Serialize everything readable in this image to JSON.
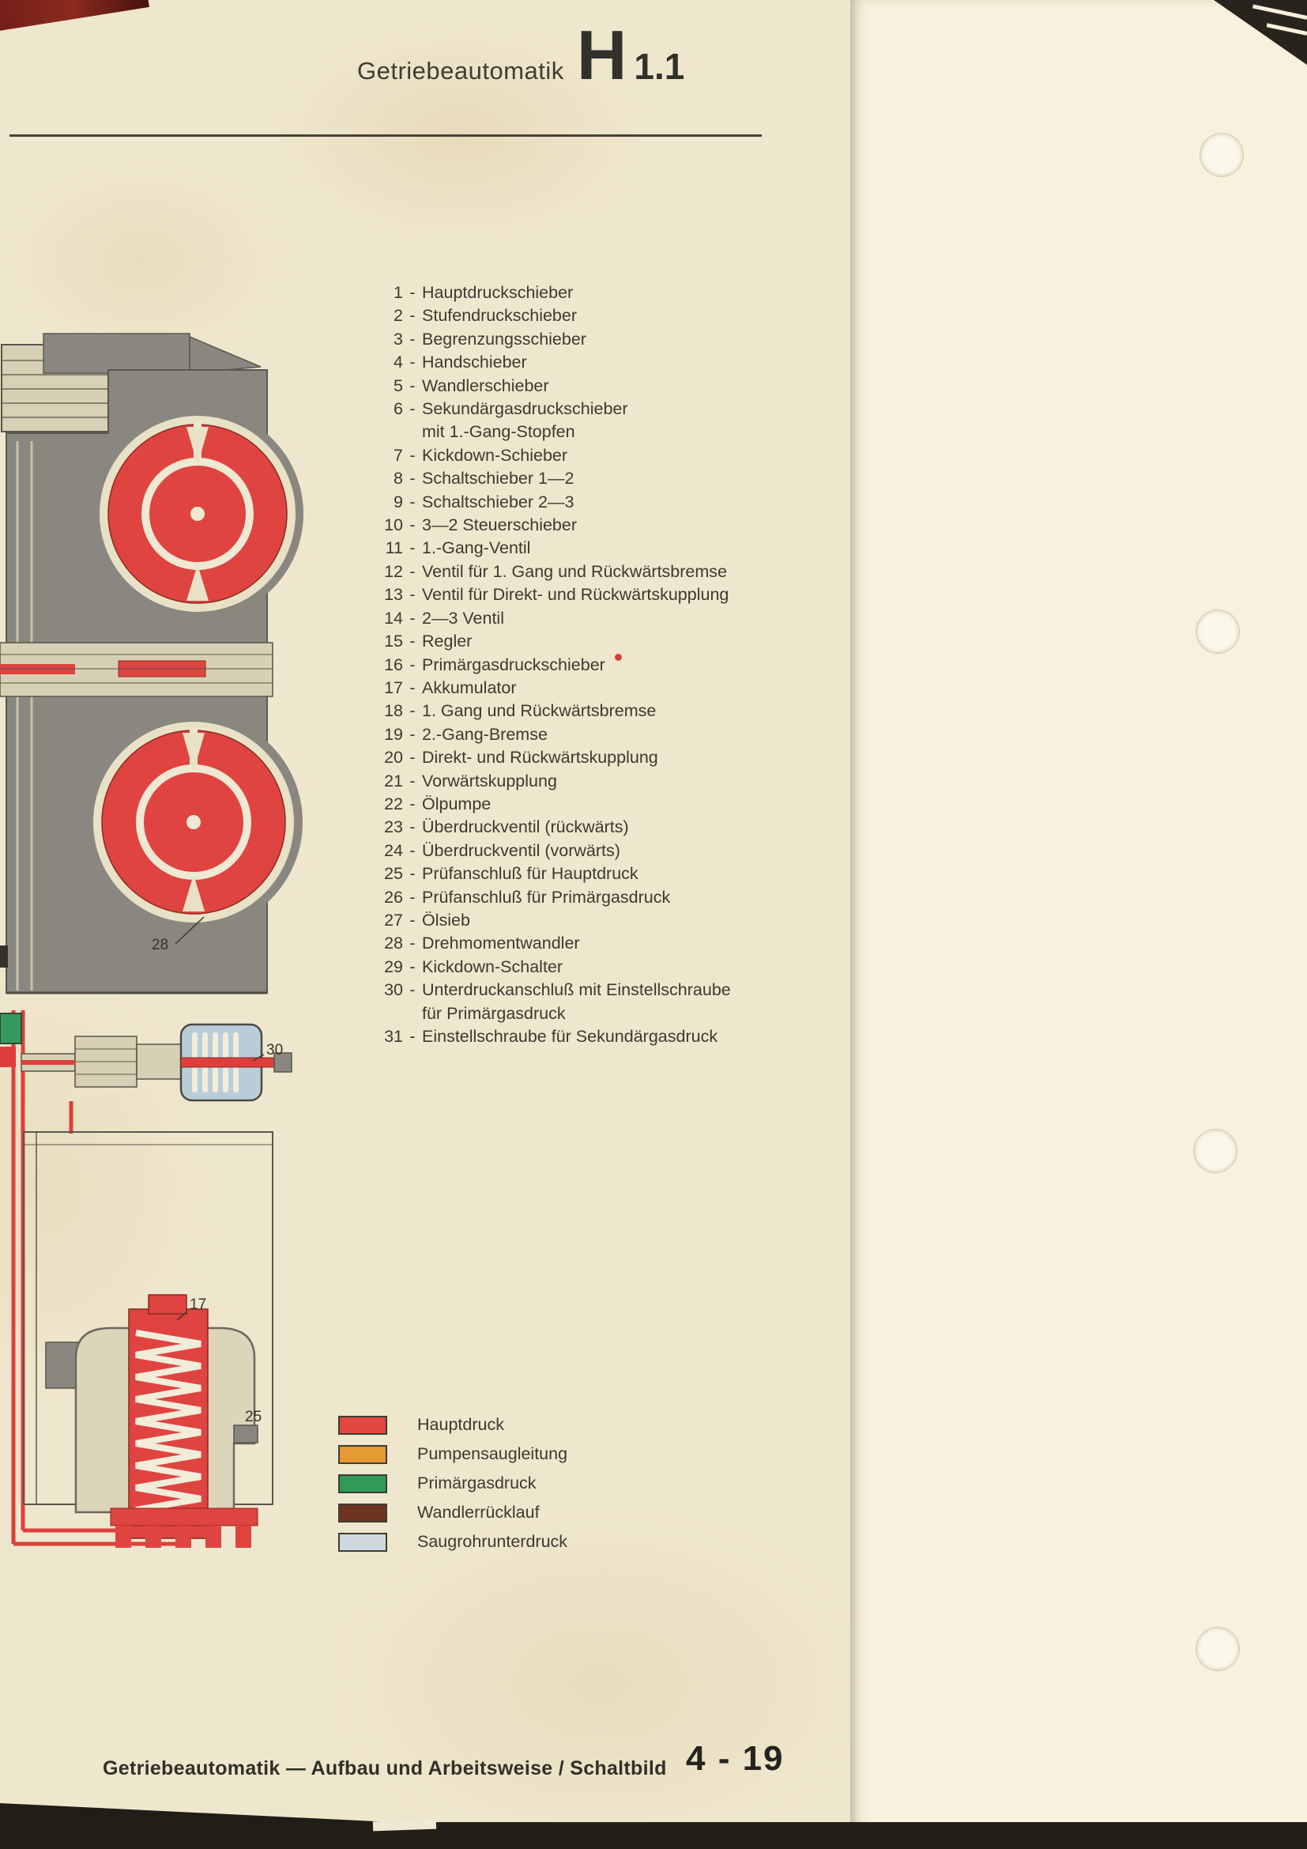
{
  "header": {
    "title": "Getriebeautomatik",
    "code_letter": "H",
    "code_number": "1.1"
  },
  "legend": {
    "separator": "-",
    "items": [
      {
        "num": "1",
        "label": "Hauptdruckschieber"
      },
      {
        "num": "2",
        "label": "Stufendruckschieber"
      },
      {
        "num": "3",
        "label": "Begrenzungsschieber"
      },
      {
        "num": "4",
        "label": "Handschieber"
      },
      {
        "num": "5",
        "label": "Wandlerschieber"
      },
      {
        "num": "6",
        "label": "Sekundärgasdruckschieber",
        "label2": "mit 1.-Gang-Stopfen"
      },
      {
        "num": "7",
        "label": "Kickdown-Schieber"
      },
      {
        "num": "8",
        "label": "Schaltschieber 1—2"
      },
      {
        "num": "9",
        "label": "Schaltschieber 2—3"
      },
      {
        "num": "10",
        "label": "3—2 Steuerschieber"
      },
      {
        "num": "11",
        "label": "1.-Gang-Ventil"
      },
      {
        "num": "12",
        "label": "Ventil für 1. Gang und Rückwärtsbremse"
      },
      {
        "num": "13",
        "label": "Ventil für Direkt- und Rückwärtskupplung"
      },
      {
        "num": "14",
        "label": "2—3 Ventil"
      },
      {
        "num": "15",
        "label": "Regler"
      },
      {
        "num": "16",
        "label": "Primärgasdruckschieber",
        "dot": true
      },
      {
        "num": "17",
        "label": "Akkumulator"
      },
      {
        "num": "18",
        "label": "1. Gang und Rückwärtsbremse"
      },
      {
        "num": "19",
        "label": "2.-Gang-Bremse"
      },
      {
        "num": "20",
        "label": "Direkt- und Rückwärtskupplung"
      },
      {
        "num": "21",
        "label": "Vorwärtskupplung"
      },
      {
        "num": "22",
        "label": "Ölpumpe"
      },
      {
        "num": "23",
        "label": "Überdruckventil (rückwärts)"
      },
      {
        "num": "24",
        "label": "Überdruckventil (vorwärts)"
      },
      {
        "num": "25",
        "label": "Prüfanschluß für Hauptdruck"
      },
      {
        "num": "26",
        "label": "Prüfanschluß für Primärgasdruck"
      },
      {
        "num": "27",
        "label": "Ölsieb"
      },
      {
        "num": "28",
        "label": "Drehmomentwandler"
      },
      {
        "num": "29",
        "label": "Kickdown-Schalter"
      },
      {
        "num": "30",
        "label": "Unterdruckanschluß mit Einstellschraube",
        "label2": "für Primärgasdruck"
      },
      {
        "num": "31",
        "label": "Einstellschraube für Sekundärgasdruck"
      }
    ]
  },
  "color_legend": {
    "items": [
      {
        "label": "Hauptdruck",
        "color": "#e1463f"
      },
      {
        "label": "Pumpensaugleitung",
        "color": "#e59a33"
      },
      {
        "label": "Primärgasdruck",
        "color": "#2f9b57"
      },
      {
        "label": "Wandlerrücklauf",
        "color": "#6f3322"
      },
      {
        "label": "Saugrohrunterdruck",
        "color": "#cdd9de"
      }
    ]
  },
  "diagram": {
    "callout_28": "28",
    "callout_30": "30",
    "callout_17": "17",
    "callout_25": "25"
  },
  "footer": {
    "text": "Getriebeautomatik — Aufbau und Arbeitsweise / Schaltbild",
    "page_number": "4 - 19"
  }
}
